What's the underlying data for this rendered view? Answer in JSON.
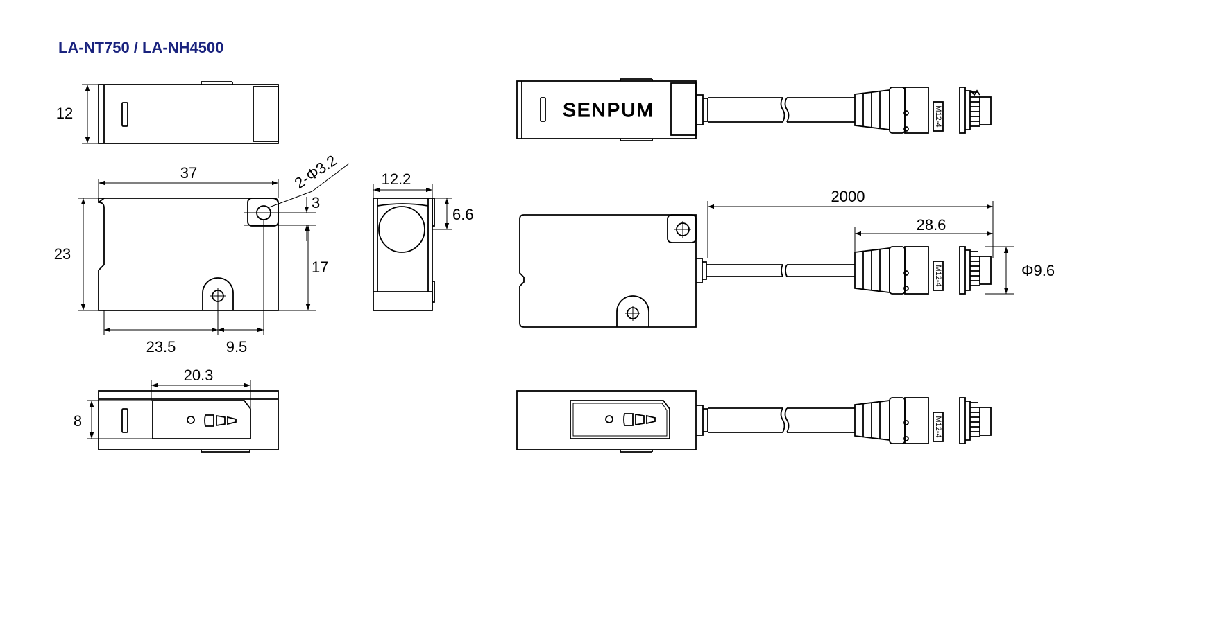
{
  "title": "LA-NT750 / LA-NH4500",
  "brand": "SENPUM",
  "connector_marking": "M12-4",
  "accent_color": "#1a237e",
  "dimensions": {
    "height_12": "12",
    "width_37": "37",
    "hole_note": "2-Φ3.2",
    "hole_offset_3": "3",
    "height_23": "23",
    "hole_height_17": "17",
    "hole_x_23_5": "23.5",
    "hole_x_9_5": "9.5",
    "depth_12_2": "12.2",
    "lens_offset_6_6": "6.6",
    "window_20_3": "20.3",
    "thickness_8": "8",
    "cable_2000": "2000",
    "connector_28_6": "28.6",
    "connector_dia": "Φ9.6"
  },
  "icons": [
    "indicator-led-icon",
    "beam-direction-icon",
    "mounting-hole-icon",
    "lens-icon"
  ]
}
